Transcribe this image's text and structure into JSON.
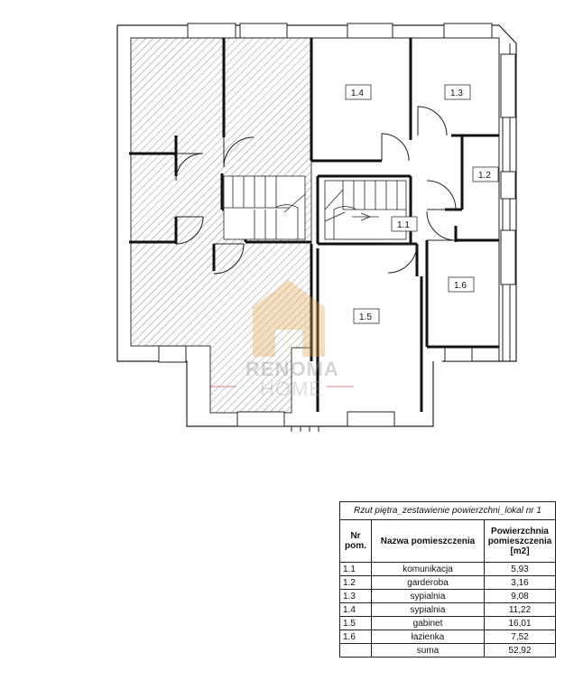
{
  "plan": {
    "rooms": [
      {
        "id": "1.1"
      },
      {
        "id": "1.2"
      },
      {
        "id": "1.3"
      },
      {
        "id": "1.4"
      },
      {
        "id": "1.5"
      },
      {
        "id": "1.6"
      }
    ],
    "watermark": {
      "line1": "RENOMA",
      "line2": "HOME"
    }
  },
  "table": {
    "caption": "Rzut piętra_zestawienie powierzchni_lokal nr 1",
    "headers": {
      "nr": "Nr pom.",
      "name": "Nazwa pomieszczenia",
      "area": "Powierzchnia pomieszczenia [m2]"
    },
    "rows": [
      {
        "nr": "1.1",
        "name": "komunikacja",
        "area": "5,93"
      },
      {
        "nr": "1.2",
        "name": "garderoba",
        "area": "3,16"
      },
      {
        "nr": "1.3",
        "name": "sypialnia",
        "area": "9,08"
      },
      {
        "nr": "1.4",
        "name": "sypialnia",
        "area": "11,22"
      },
      {
        "nr": "1.5",
        "name": "gabinet",
        "area": "16,01"
      },
      {
        "nr": "1.6",
        "name": "łazienka",
        "area": "7,52"
      }
    ],
    "total": {
      "label": "suma",
      "area": "52,92"
    }
  }
}
